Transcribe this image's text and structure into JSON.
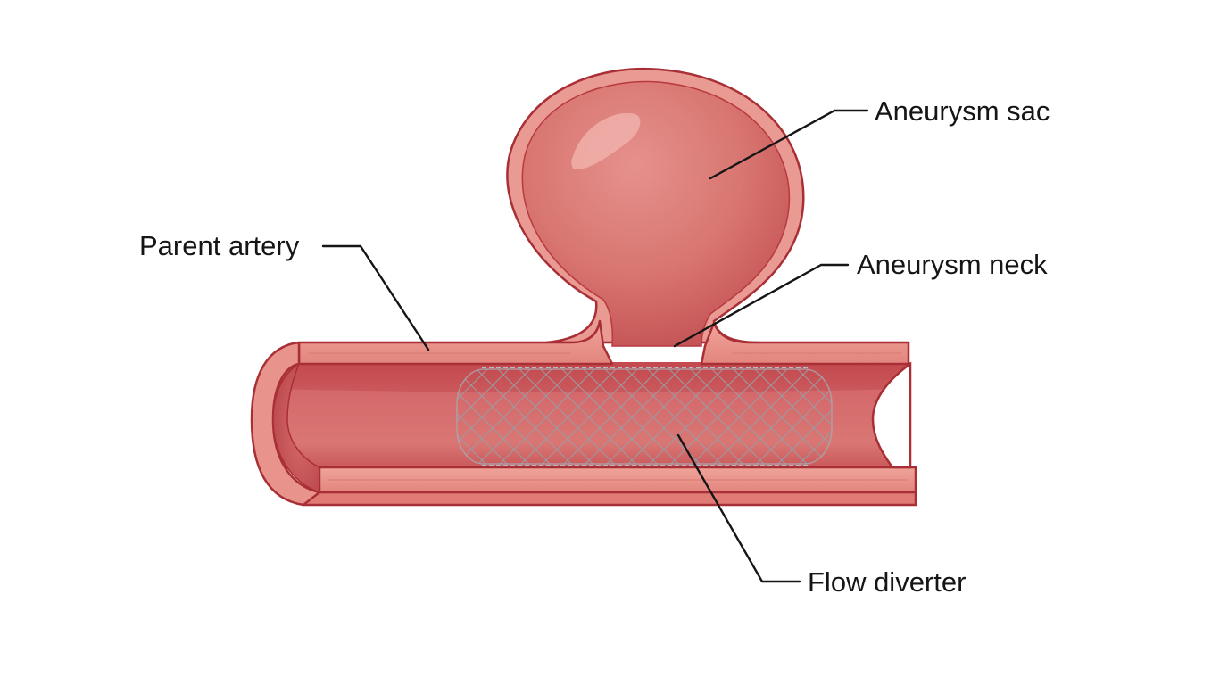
{
  "labels": {
    "aneurysm_sac": "Aneurysm sac",
    "parent_artery": "Parent artery",
    "aneurysm_neck": "Aneurysm neck",
    "flow_diverter": "Flow diverter"
  },
  "colors": {
    "vessel_wall": "#e8857e",
    "vessel_outline": "#b3333a",
    "lumen": "#cf5b5e",
    "sac_fill": "#d96a6a",
    "stent_mesh": "#8e9099",
    "text": "#151515"
  }
}
